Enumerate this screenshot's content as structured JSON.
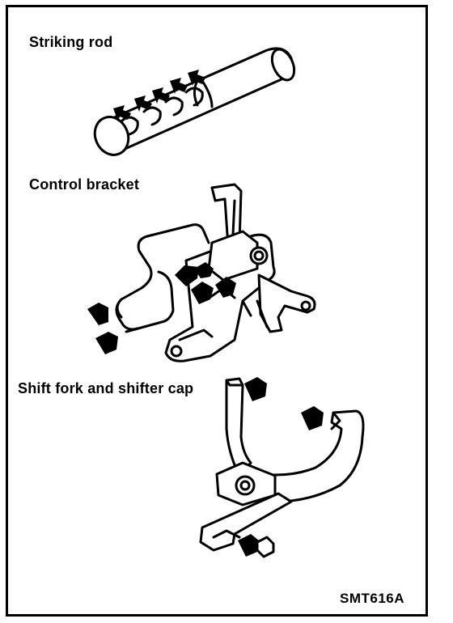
{
  "sections": {
    "striking_rod": {
      "label": "Striking rod"
    },
    "control_bracket": {
      "label": "Control bracket"
    },
    "shift_fork": {
      "label": "Shift fork and shifter cap"
    }
  },
  "figure_code": "SMT616A"
}
